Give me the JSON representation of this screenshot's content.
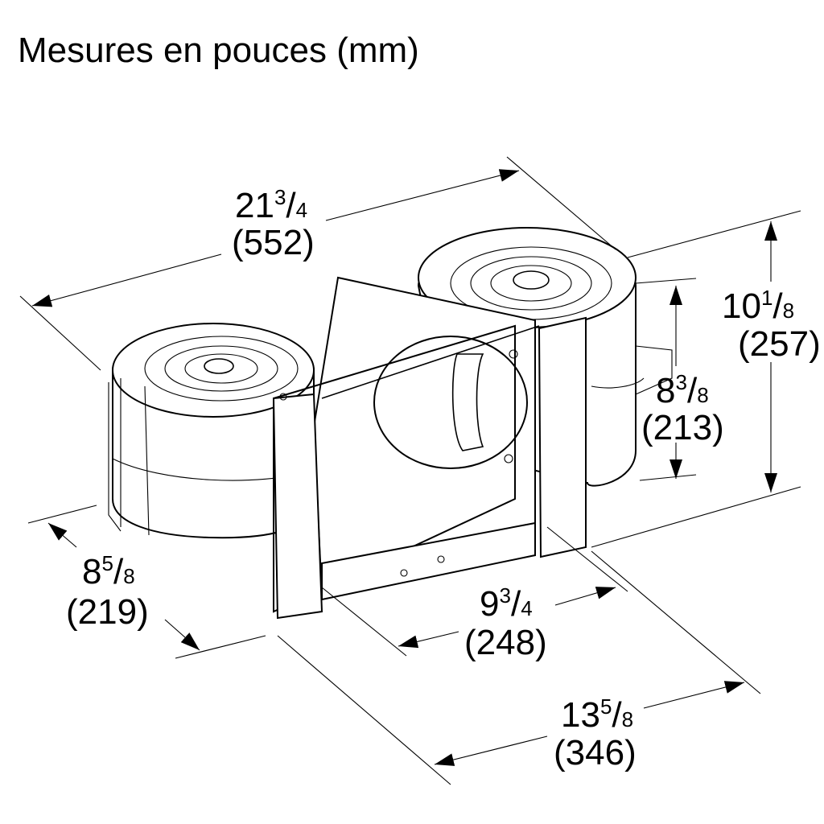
{
  "title": "Mesures en pouces (mm)",
  "dimensions": {
    "overall_width": {
      "whole": "21",
      "num": "3",
      "den": "4",
      "mm": "(552)"
    },
    "overall_height": {
      "whole": "10",
      "num": "1",
      "den": "8",
      "mm": "(257)"
    },
    "inner_height": {
      "whole": "8",
      "num": "3",
      "den": "8",
      "mm": "(213)"
    },
    "blower_depth": {
      "whole": "8",
      "num": "5",
      "den": "8",
      "mm": "(219)"
    },
    "inner_depth": {
      "whole": "9",
      "num": "3",
      "den": "4",
      "mm": "(248)"
    },
    "overall_depth": {
      "whole": "13",
      "num": "5",
      "den": "8",
      "mm": "(346)"
    }
  }
}
